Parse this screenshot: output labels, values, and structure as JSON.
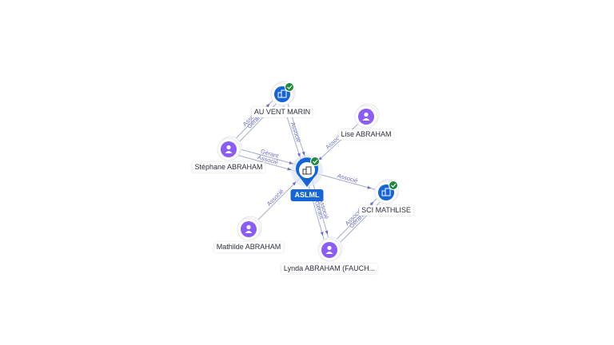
{
  "colors": {
    "company": "#1565d8",
    "person": "#8b5cf6",
    "verified": "#1f8a3e",
    "edge": "#a6adc8",
    "edge_label": "#6d6fc8"
  },
  "center": {
    "label": "ASLML",
    "icon": "company-building-icon",
    "verified": true
  },
  "nodes": {
    "au_vent_marin": {
      "label": "AU VENT MARIN",
      "type": "company",
      "icon": "company-building-icon",
      "verified": true
    },
    "lise": {
      "label": "Lise ABRAHAM",
      "type": "person",
      "icon": "person-icon"
    },
    "stephane": {
      "label": "Stéphane ABRAHAM",
      "type": "person",
      "icon": "person-icon"
    },
    "sci": {
      "label": "SCI MATHLISE",
      "type": "company",
      "icon": "company-building-icon",
      "verified": true
    },
    "mathilde": {
      "label": "Mathilde ABRAHAM",
      "type": "person",
      "icon": "person-icon"
    },
    "lynda": {
      "label": "Lynda ABRAHAM (FAUCH...",
      "type": "person",
      "icon": "person-icon"
    }
  },
  "edges": {
    "gerant": "Gérant",
    "associe": "Associé"
  }
}
